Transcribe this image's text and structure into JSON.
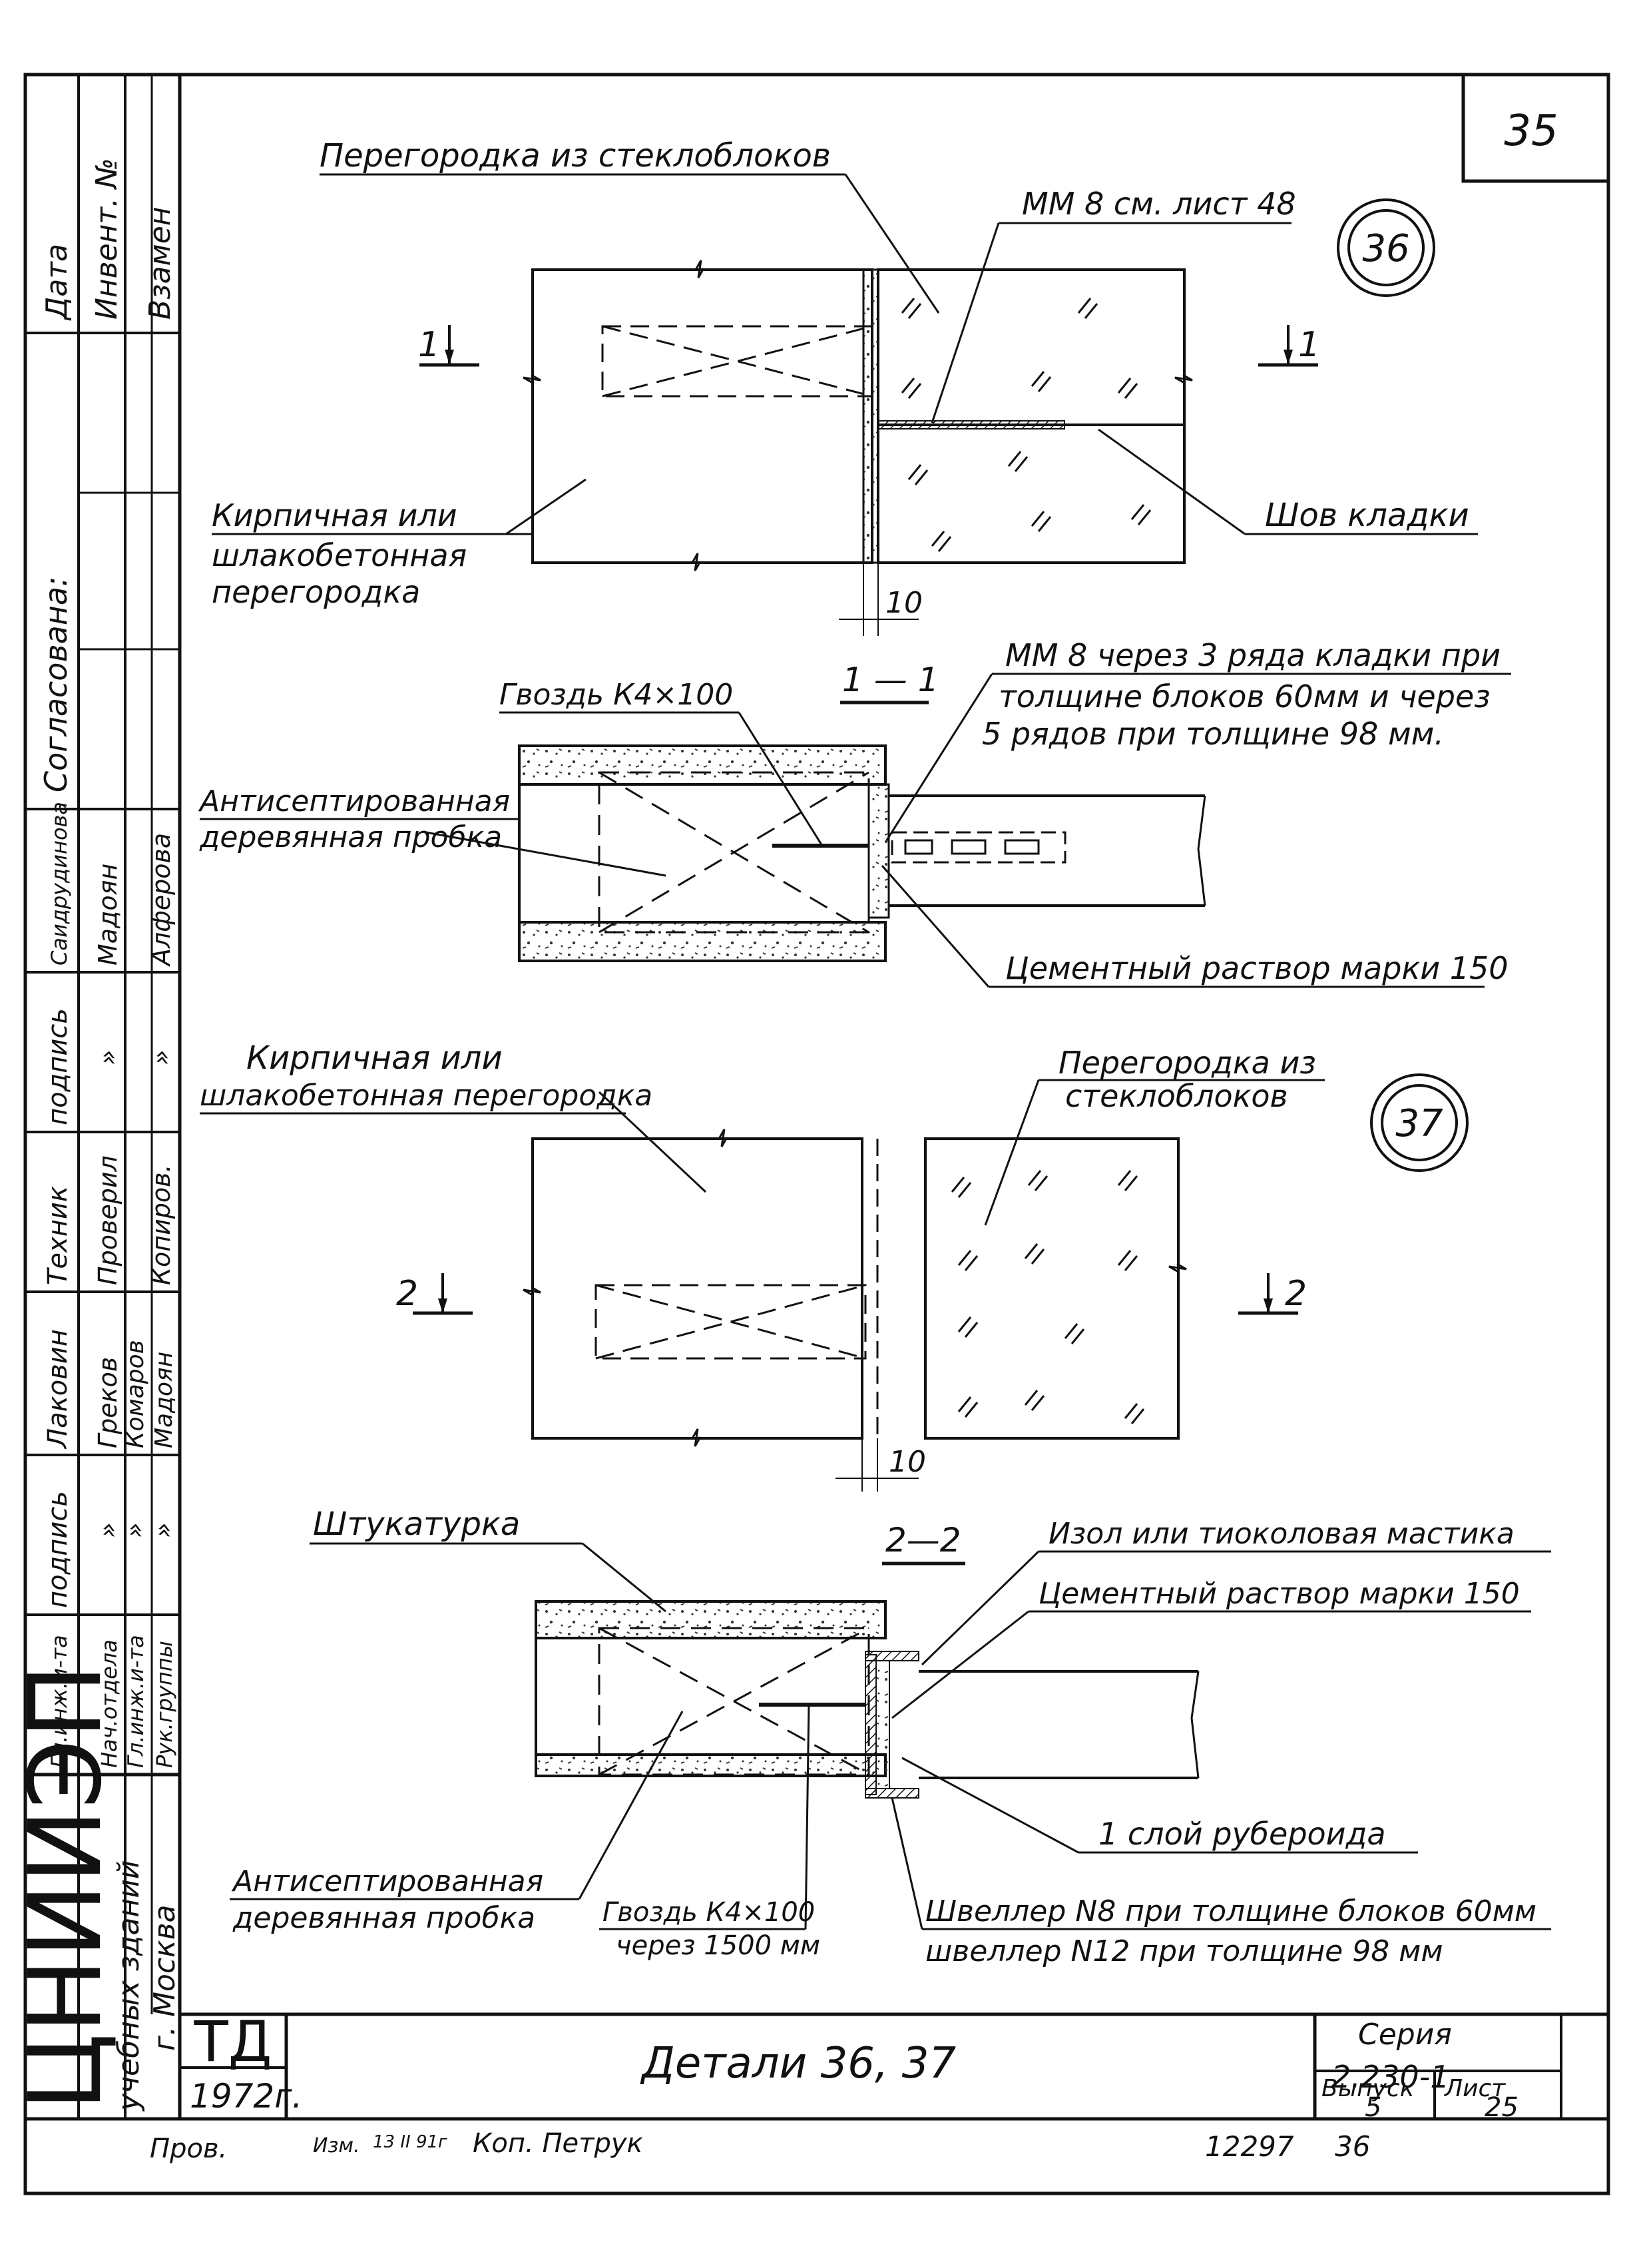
{
  "sheet_number": "35",
  "detail_36": {
    "circle": "36",
    "label_glass_partition": "Перегородка из стеклоблоков",
    "label_mm8": "ММ 8 см. лист 48",
    "label_brick_1": "Кирпичная или",
    "label_brick_2": "шлакобетонная",
    "label_brick_3": "перегородка",
    "label_joint": "Шов кладки",
    "cut_left": "1",
    "cut_right": "1",
    "dim": "10"
  },
  "section_1_1": {
    "title": "1 — 1",
    "label_nail": "Гвоздь К4×100",
    "label_mm8_1": "ММ 8 через 3 ряда кладки при",
    "label_mm8_2": "толщине блоков 60мм и через",
    "label_mm8_3": "5 рядов при толщине 98 мм.",
    "label_plug_1": "Антисептированная",
    "label_plug_2": "деревянная пробка",
    "label_mortar": "Цементный раствор марки 150"
  },
  "detail_37": {
    "circle": "37",
    "label_brick_1": "Кирпичная   или",
    "label_brick_2": "шлакобетонная перегородка",
    "label_glass_1": "Перегородка из",
    "label_glass_2": "стеклоблоков",
    "cut_left": "2",
    "cut_right": "2",
    "dim": "10"
  },
  "section_2_2": {
    "title": "2—2",
    "label_plaster": "Штукатурка",
    "label_izol": "Изол или тиоколовая мастика",
    "label_mortar": "Цементный раствор марки 150",
    "label_ruberoid": "1 слой рубероида",
    "label_plug_1": "Антисептированная",
    "label_plug_2": "деревянная пробка",
    "label_nail_1": "Гвоздь К4×100",
    "label_nail_2": "через 1500 мм",
    "label_channel_1": "Швеллер N8 при толщине блоков 60мм",
    "label_channel_2": "швеллер N12 при толщине 98 мм"
  },
  "side_stamp": {
    "date": "Дата",
    "inv": "Инвент. №",
    "zamen": "Взамен",
    "soglas": "Согласована:",
    "roles": [
      "Гл.инж.и-та",
      "Нач.отдела",
      "Гл.инж.и-та",
      "Рук.группы"
    ],
    "podpis": "подпись",
    "names_a": [
      "Лаковин",
      "Греков",
      "Комаров",
      "Мадоян"
    ],
    "tech_a": [
      "Техник",
      "Проверил",
      "Копиров."
    ],
    "podpis2": "подпись",
    "names_b": [
      "Саидрудинова",
      "Мадоян",
      "Алферова"
    ],
    "marks_a": [
      "»",
      "»",
      "»"
    ],
    "marks_b": [
      "»",
      "»"
    ],
    "org_logo": "ЦНИИЭП",
    "org_1": "учебных зданий",
    "org_2": "г. Москва"
  },
  "title_block": {
    "td": "ТД",
    "year": "1972г.",
    "title": "Детали 36, 37",
    "seria_label": "Серия",
    "seria": "2.230-1",
    "vypusk_label": "Выпуск",
    "vypusk": "5",
    "list_label": "Лист",
    "list": "25"
  },
  "footer": {
    "prov": "Пров.",
    "sign": "Изм.",
    "date": "13 II 91г",
    "kop": "Коп. Петрук",
    "num": "12297",
    "page": "36"
  }
}
